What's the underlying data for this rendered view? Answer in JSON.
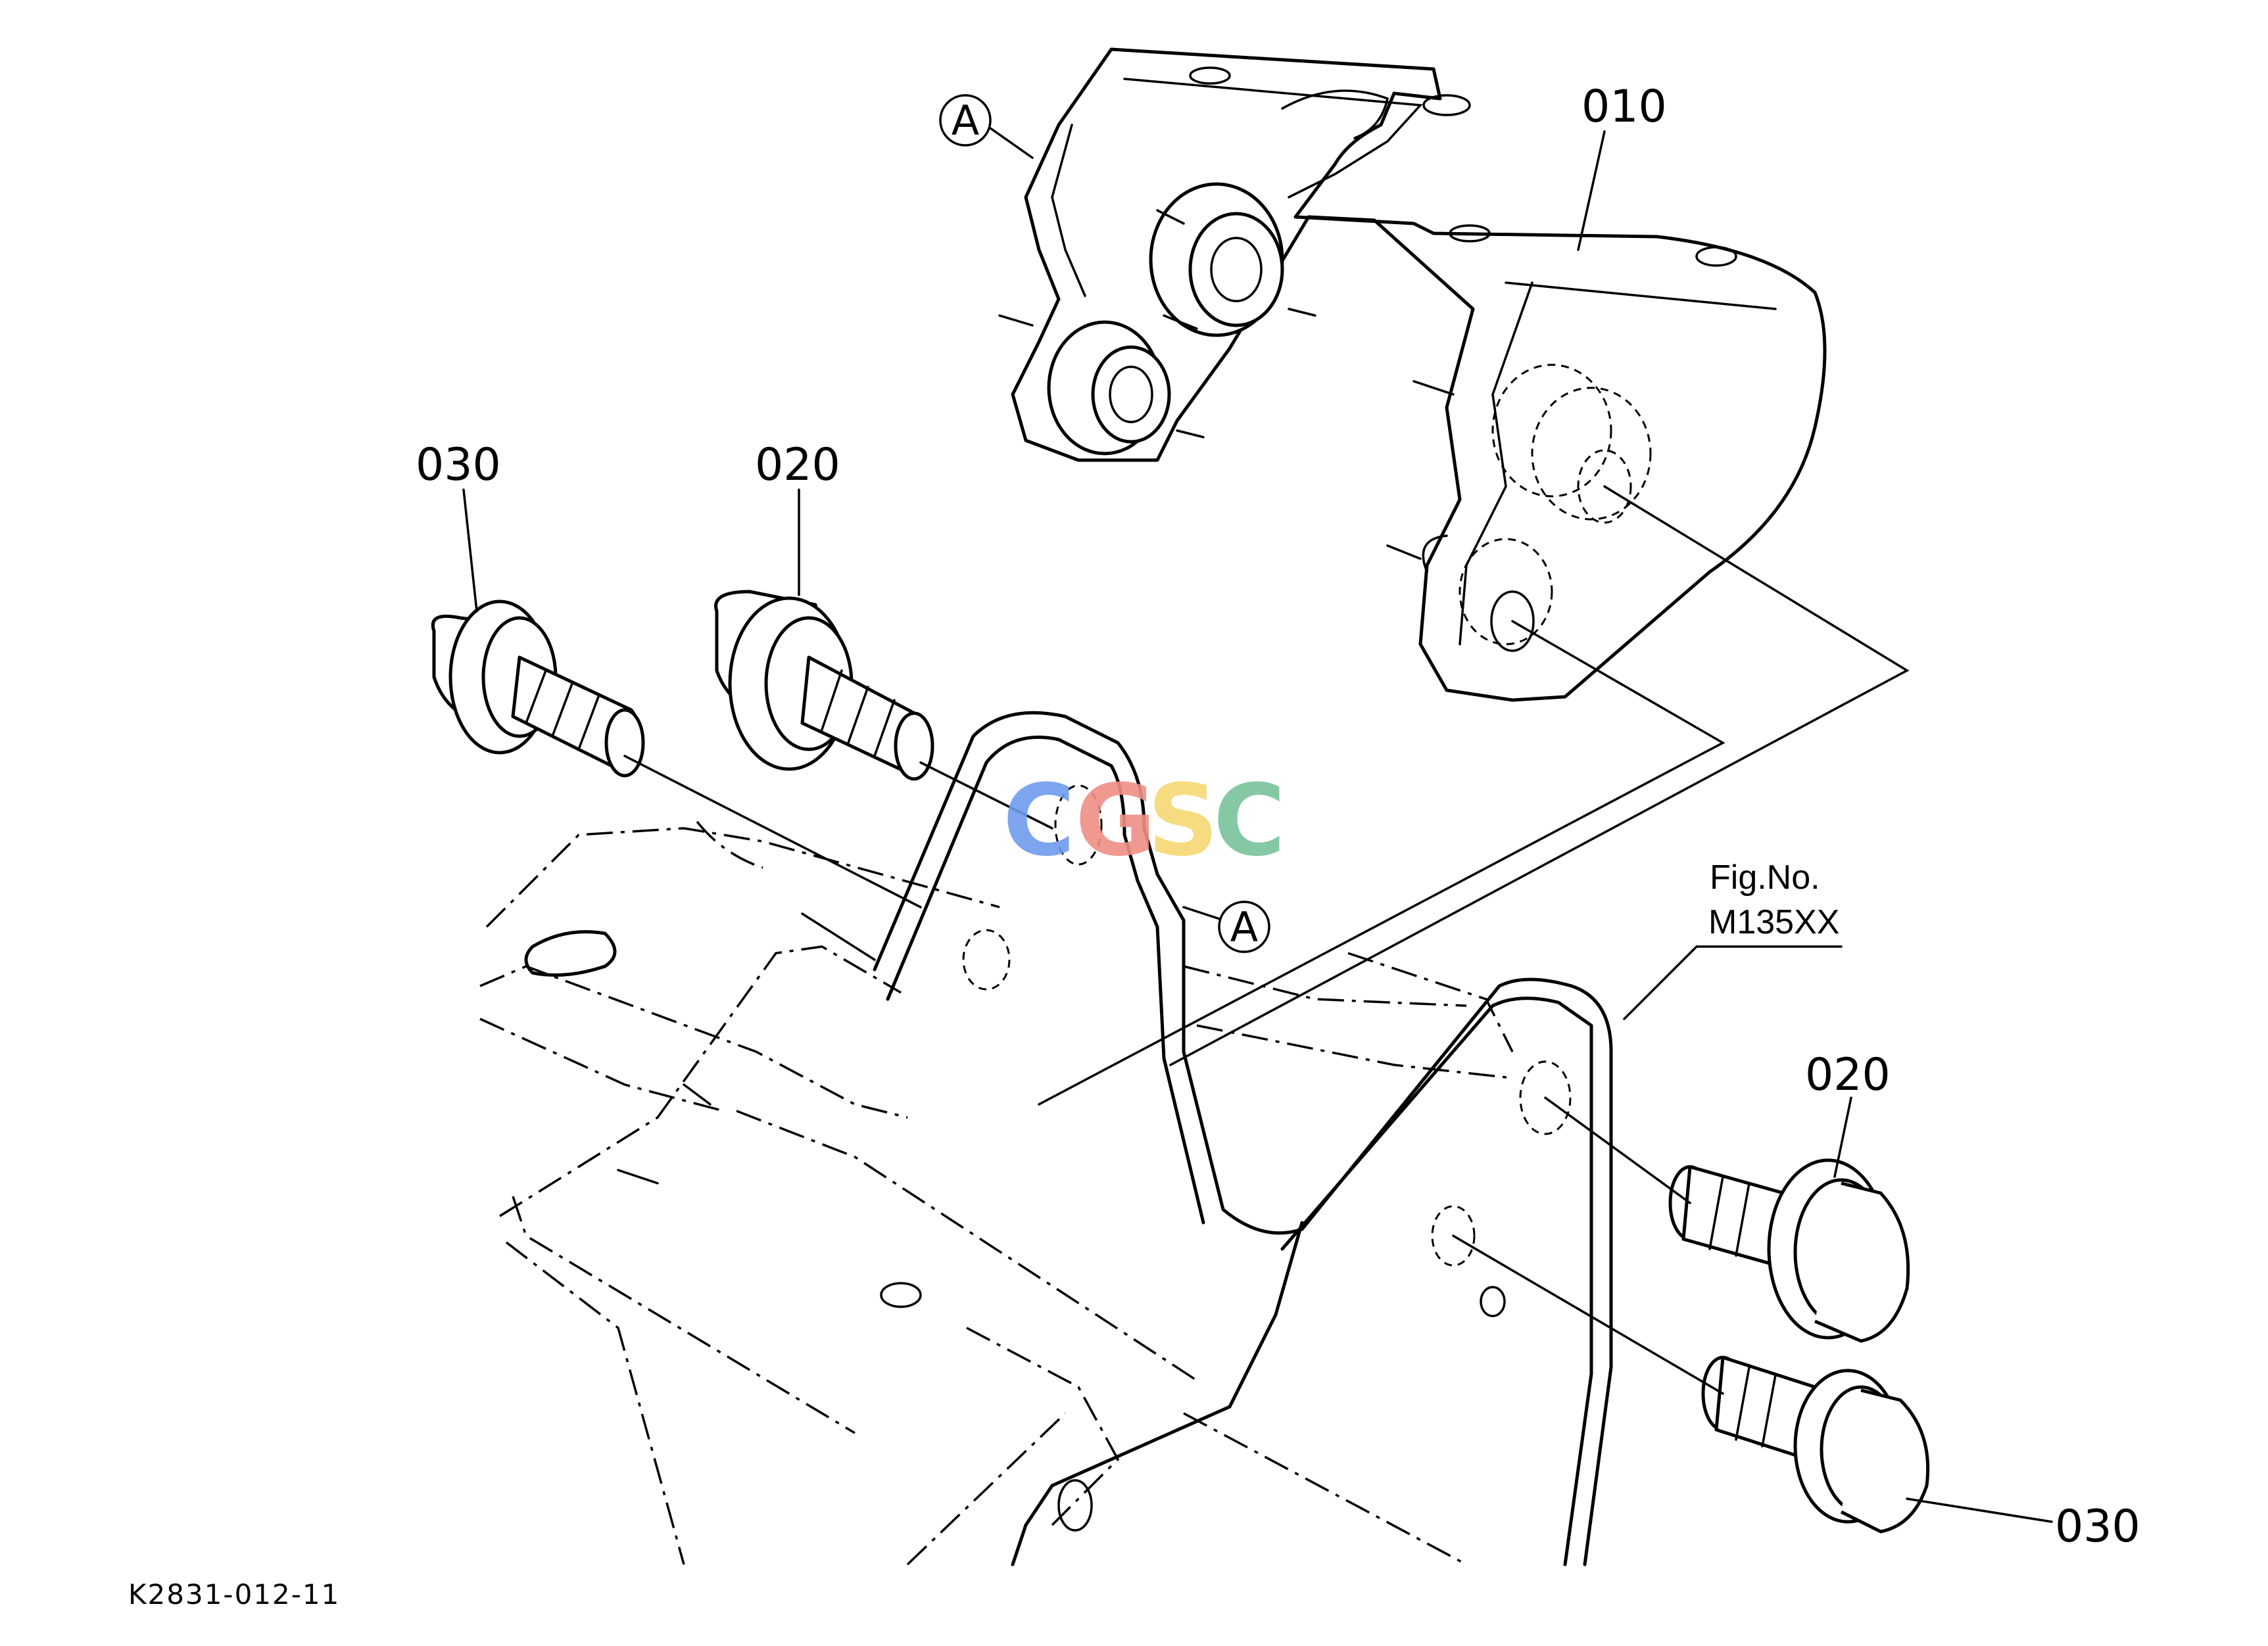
{
  "diagram": {
    "part_labels": {
      "p010": "010",
      "p020_left": "020",
      "p030_left": "030",
      "p020_right": "020",
      "p030_right": "030"
    },
    "reference_marks": {
      "a_top": "A",
      "a_mid": "A"
    },
    "fig_note": {
      "line1": "Fig.No.",
      "line2": "M135XX"
    },
    "drawing_code": "K2831-012-11",
    "watermark": {
      "letters": [
        "C",
        "G",
        "S",
        "C"
      ],
      "colors": [
        "#6f9bee",
        "#ef8f86",
        "#f6d873",
        "#7ac39a"
      ]
    }
  }
}
